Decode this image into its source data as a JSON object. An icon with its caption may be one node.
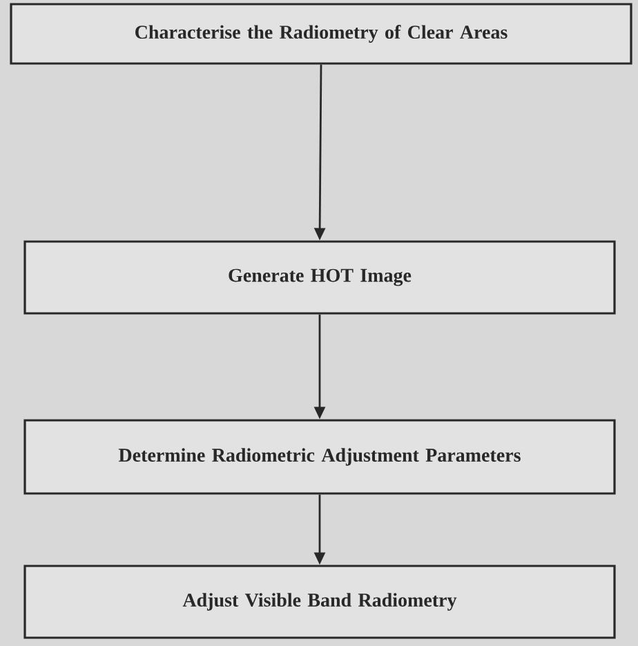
{
  "diagram": {
    "nodes": [
      {
        "text": [
          "Characterise the Radiometry of Clear Areas"
        ]
      },
      {
        "text": [
          "Generate HOT Image"
        ]
      },
      {
        "text": [
          "Determine Radiometric Adjustment Parameters"
        ]
      },
      {
        "text": [
          "Adjust Visible Band Radiometry"
        ]
      }
    ],
    "edges": [
      {
        "from": 0,
        "to": 1,
        "arrow": "to"
      },
      {
        "from": 1,
        "to": 2,
        "arrow": "to"
      },
      {
        "from": 2,
        "to": 3,
        "arrow": "to"
      }
    ]
  }
}
